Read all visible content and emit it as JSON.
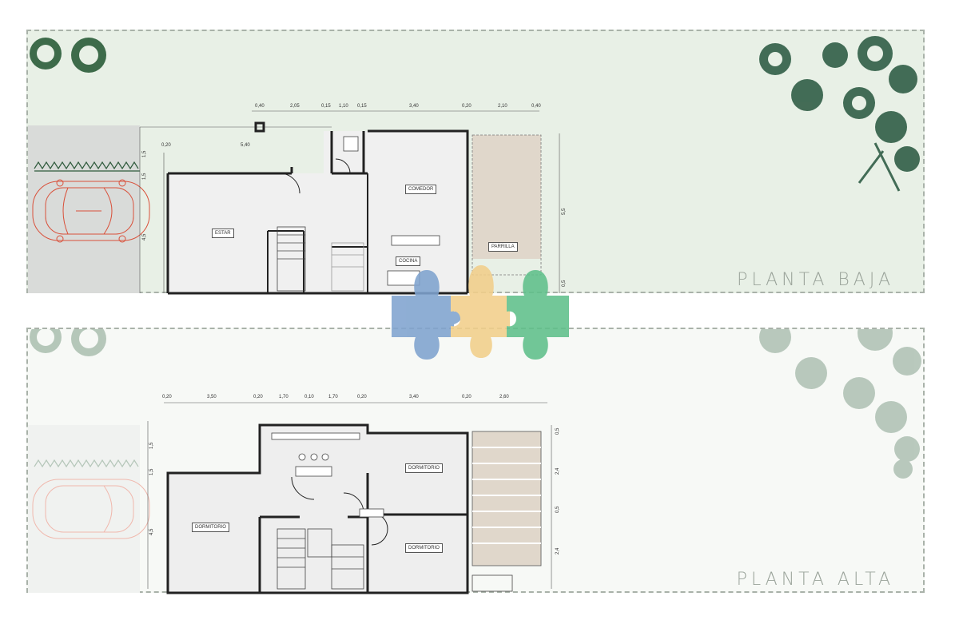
{
  "floors": {
    "baja": {
      "title": "PLANTA BAJA",
      "rooms": {
        "estar": "ESTAR",
        "comedor": "COMEDOR",
        "cocina": "COCINA",
        "parrilla": "PARRILLA"
      },
      "dims_top": [
        "0,40",
        "2,05",
        "0,15",
        "1,10",
        "0,15",
        "3,40",
        "0,20",
        "2,10",
        "0,40"
      ],
      "dims_side": [
        "0,20",
        "5,40"
      ],
      "dims_left": [
        "1,5",
        "1,5",
        "4,5"
      ],
      "dims_right": [
        "5,5",
        "0,5"
      ]
    },
    "alta": {
      "title": "PLANTA ALTA",
      "rooms": {
        "dormitorio_1": "DORMITORIO",
        "dormitorio_2": "DORMITORIO",
        "dormitorio_3": "DORMITORIO"
      },
      "dims_top": [
        "0,20",
        "3,50",
        "0,20",
        "1,70",
        "0,10",
        "1,70",
        "0,20",
        "3,40",
        "0,20",
        "2,60"
      ],
      "dims_left": [
        "1,5",
        "1,5",
        "4,5"
      ],
      "dims_right": [
        "0,5",
        "2,4",
        "0,5",
        "2,4"
      ]
    }
  },
  "colors": {
    "garden_green": "#2f5a3c",
    "car_red": "#d9503a",
    "parrilla_fill": "#e0d7cb",
    "puzzle_blue": "#7fa3cf",
    "puzzle_yellow": "#f2cf8a",
    "puzzle_green": "#5fc08a"
  },
  "icons": [
    "tree-icon",
    "shrub-icon",
    "car-icon",
    "puzzle-logo-icon"
  ]
}
